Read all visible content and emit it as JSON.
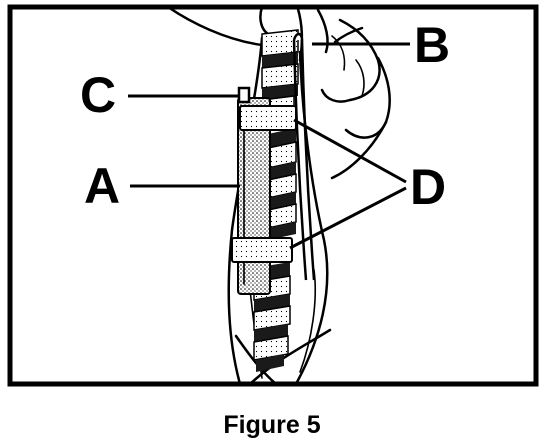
{
  "figure": {
    "caption": "Figure 5",
    "callouts": {
      "a": "A",
      "b": "B",
      "c": "C",
      "d": "D"
    }
  },
  "colors": {
    "ink": "#000000",
    "paper": "#ffffff"
  }
}
